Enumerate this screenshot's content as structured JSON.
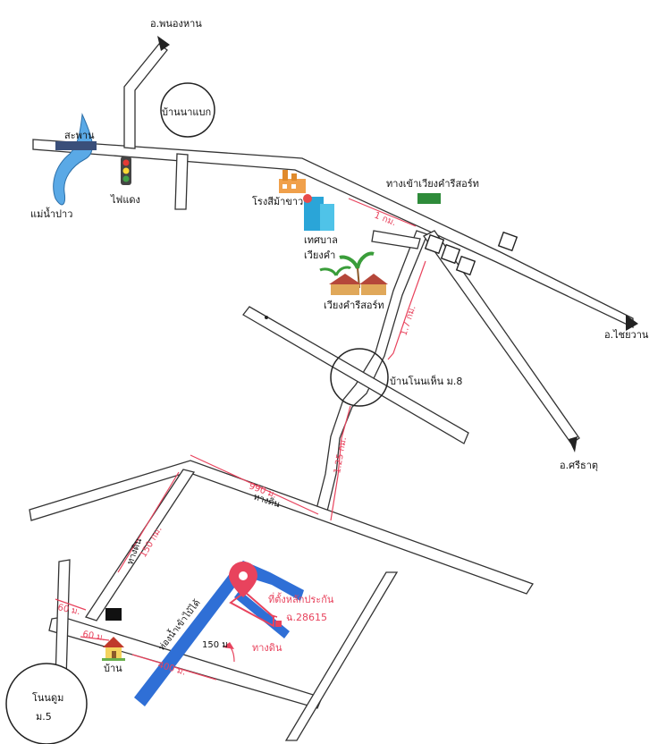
{
  "labels": {
    "north_district": "อ.พนองหาน",
    "bridge": "สะพาน",
    "river": "แม่น้ำปาว",
    "traffic_light": "ไฟแดง",
    "village_na_baek": "บ้านนาแบก",
    "factory": "โรงสีม้าขาว",
    "municipality_line1": "เทศบาล",
    "municipality_line2": "เวียงคำ",
    "resort": "เวียงคำรีสอร์ท",
    "resort_entrance": "ทางเข้าเวียงคำรีสอร์ท",
    "east_district": "อ.ไชยวาน",
    "southeast_district": "อ.ศรีธาตุ",
    "village_non_hen": "บ้านโนนเห็น ม.8",
    "dirt_road_1": "ทางดิน",
    "dirt_road_2": "ทางดิน",
    "dirt_road_3": "ทางดิน",
    "culvert": "ท่องน้ำเข้าไบ้ได้",
    "land_plot_title": "ที่ตั้งหลักประกัน",
    "deed_number": "ฉ.28615",
    "house": "บ้าน",
    "village_non_dum_line1": "โนนดูม",
    "village_non_dum_line2": "ม.5"
  },
  "distances": {
    "d_1km": "1 กม.",
    "d_1_7km": "1.7 กม.",
    "d_1_25km": "1.25 กม.",
    "d_990m": "990 ม.",
    "d_150km": "150 กม.",
    "d_60m_a": "60 ม.",
    "d_60m_b": "60 ม.",
    "d_150m": "150 ม",
    "d_400m": "400 ม."
  },
  "colors": {
    "canal_blue": "#2f6fd6",
    "pin_red": "#e8435d",
    "river_blue": "#5aa9e6",
    "entrance_green": "#2e8b3a"
  }
}
